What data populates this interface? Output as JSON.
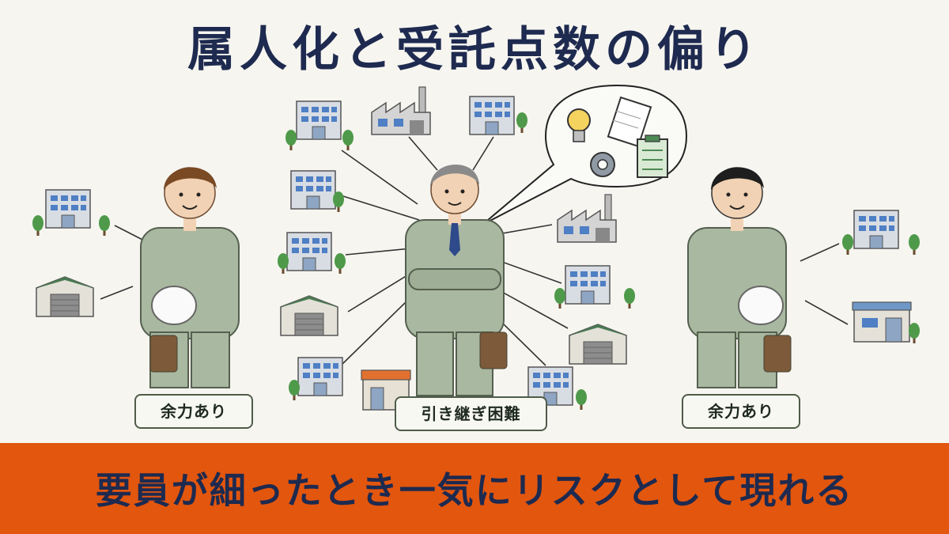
{
  "title": "属人化と受託点数の偏り",
  "labels": {
    "left_worker": "余力あり",
    "center_worker": "引き継ぎ困難",
    "right_worker": "余力あり"
  },
  "banner": {
    "text": "要員が細ったとき一気にリスクとして現れる"
  },
  "colors": {
    "title_text": "#1e2a4f",
    "banner_bg": "#e2560e",
    "uniform": "#a9b8a0",
    "background": "#f6f5f0"
  },
  "icons": [
    "lightbulb-icon",
    "notebook-icon",
    "gear-icon",
    "clipboard-icon",
    "helmet-icon",
    "tool-belt-icon"
  ]
}
